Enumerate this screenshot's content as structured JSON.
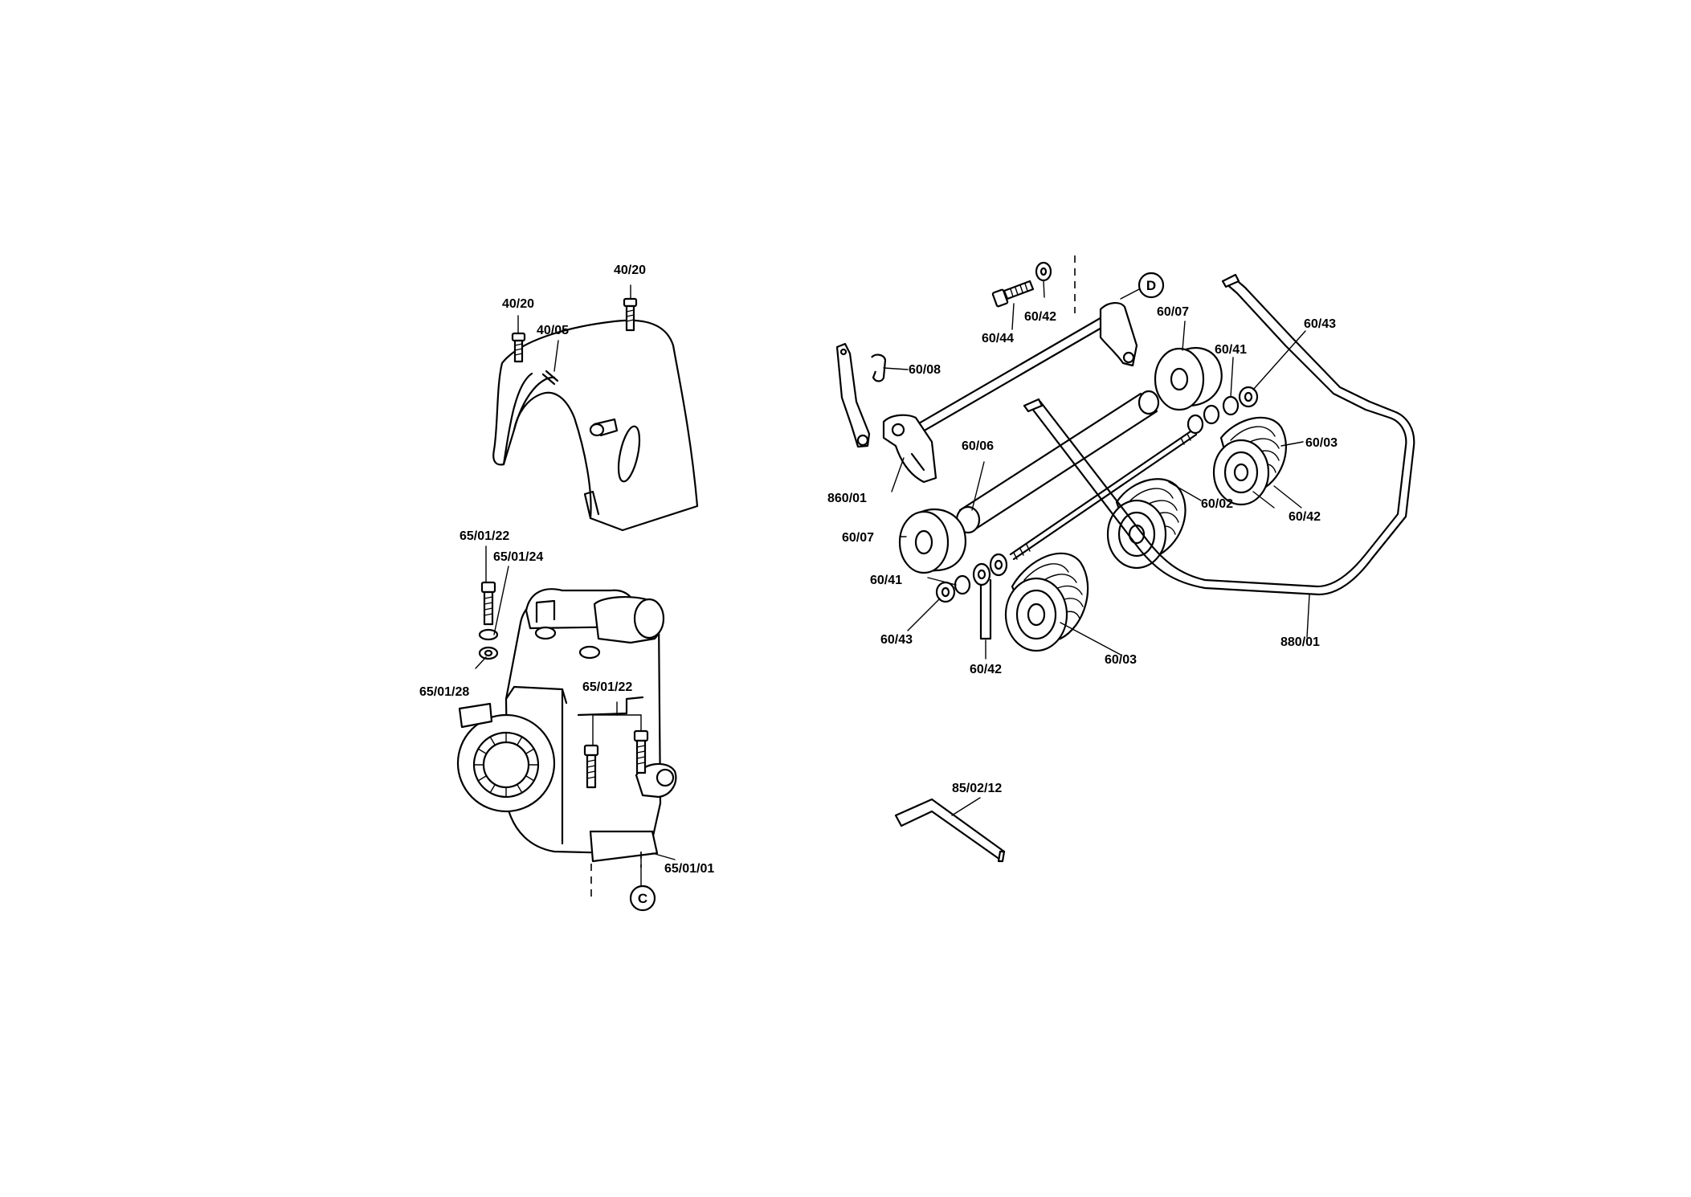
{
  "labels": {
    "l4020a": "40/20",
    "l4020b": "40/20",
    "l4005": "40/05",
    "l650122a": "65/01/22",
    "l650124": "65/01/24",
    "l650128": "65/01/28",
    "l650122b": "65/01/22",
    "l650101": "65/01/01",
    "l6044": "60/44",
    "l6042top": "60/42",
    "l6008": "60/08",
    "l6007top": "60/07",
    "l6041top": "60/41",
    "l6043top": "60/43",
    "l86001": "860/01",
    "l6006": "60/06",
    "l6003top": "60/03",
    "l6042right": "60/42",
    "l6002": "60/02",
    "l6007bot": "60/07",
    "l6041bot": "60/41",
    "l6043bot": "60/43",
    "l6042bot": "60/42",
    "l6003bot": "60/03",
    "l88001": "880/01",
    "l850212": "85/02/12"
  },
  "refs": {
    "c": "C",
    "d": "D"
  }
}
